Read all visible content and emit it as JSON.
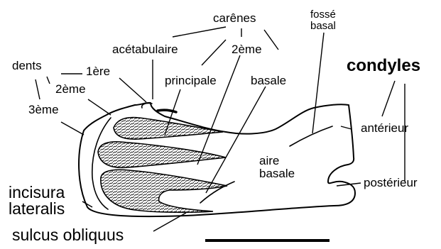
{
  "labels": {
    "carenes": "carênes",
    "acetabulaire": "acétabulaire",
    "deuxieme_carene": "2ème",
    "fosse_basal_line1": "fossé",
    "fosse_basal_line2": "basal",
    "condyles": "condyles",
    "dents": "dents",
    "premiere": "1ère",
    "deuxieme_dent": "2ème",
    "troisieme": "3ème",
    "principale": "principale",
    "basale": "basale",
    "anterieur": "antérieur",
    "aire_basale_line1": "aire",
    "aire_basale_line2": "basale",
    "posterieur": "postérieur",
    "incisura_line1": "incisura",
    "incisura_line2": "lateralis",
    "sulcus_obliquus": "sulcus obliquus"
  },
  "colors": {
    "ink": "#000000",
    "background": "#ffffff"
  }
}
